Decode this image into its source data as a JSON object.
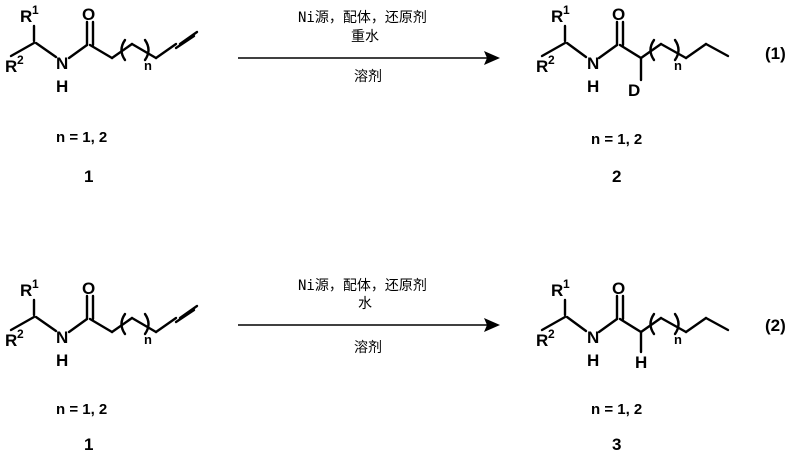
{
  "reactions": [
    {
      "reactant": {
        "r1": "R",
        "r1_sup": "1",
        "r2": "R",
        "r2_sup": "2",
        "n_atom": "N",
        "h_atom": "H",
        "o_atom": "O",
        "n_sub": "n",
        "n_range": "n = 1, 2",
        "label": "1"
      },
      "conditions_top_1": "Ni源，配体，还原剂",
      "conditions_top_2": "重水",
      "conditions_bottom": "溶剂",
      "product": {
        "r1": "R",
        "r1_sup": "1",
        "r2": "R",
        "r2_sup": "2",
        "n_atom": "N",
        "h_atom": "H",
        "o_atom": "O",
        "n_sub": "n",
        "alpha_atom": "D",
        "n_range": "n = 1, 2",
        "label": "2"
      },
      "number": "(1)"
    },
    {
      "reactant": {
        "r1": "R",
        "r1_sup": "1",
        "r2": "R",
        "r2_sup": "2",
        "n_atom": "N",
        "h_atom": "H",
        "o_atom": "O",
        "n_sub": "n",
        "n_range": "n = 1, 2",
        "label": "1"
      },
      "conditions_top_1": "Ni源，配体，还原剂",
      "conditions_top_2": "水",
      "conditions_bottom": "溶剂",
      "product": {
        "r1": "R",
        "r1_sup": "1",
        "r2": "R",
        "r2_sup": "2",
        "n_atom": "N",
        "h_atom": "H",
        "o_atom": "O",
        "n_sub": "n",
        "alpha_atom": "H",
        "n_range": "n = 1, 2",
        "label": "3"
      },
      "number": "(2)"
    }
  ]
}
